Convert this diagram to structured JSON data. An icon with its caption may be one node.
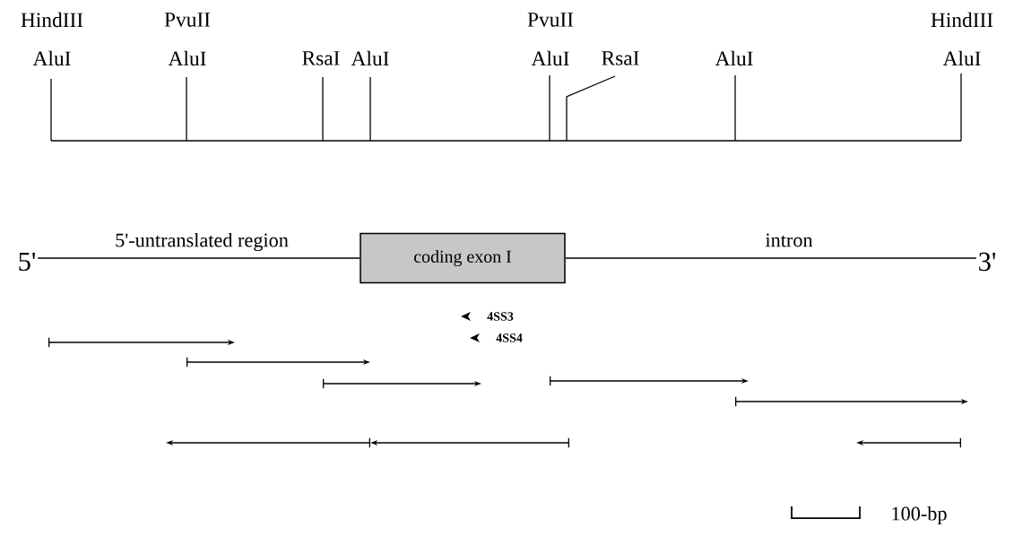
{
  "diagram": {
    "nodes": [
      {
        "text": [
          "5'"
        ]
      },
      {
        "text": [
          "coding exon I"
        ]
      },
      {
        "text": [
          "3'"
        ]
      }
    ],
    "edges": [
      {
        "from": 0,
        "to": 1,
        "arrow": "none",
        "label": "5'-untranslated region"
      },
      {
        "from": 1,
        "to": 2,
        "arrow": "none",
        "label": "intron"
      }
    ],
    "labels": [
      "HindIII",
      "PvuII",
      "PvuII",
      "HindIII",
      "AluI",
      "AluI",
      "RsaI",
      "AluI",
      "AluI",
      "RsaI",
      "AluI",
      "AluI",
      "4SS3",
      "4SS4",
      "100-bp"
    ]
  }
}
